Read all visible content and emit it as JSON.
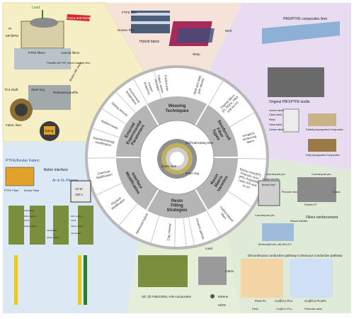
{
  "quadrants": {
    "top_left": {
      "labels": [
        "Load",
        "Force and Rotation",
        "PI",
        "MF@PM",
        "PTFE fibers",
        "Aramid fibers",
        "Paraffin &PTFE mixed transfer film",
        "Released paraffin",
        "Broken MF shells",
        "TC4 shaft",
        "Steel ring",
        "Fabric liner",
        "Swing"
      ]
    },
    "top_center": {
      "labels": [
        "PTFE fiber",
        "Nomex fiber",
        "Hybrid fabric",
        "Weft",
        "Warp"
      ]
    },
    "top_right": {
      "labels": [
        "PBO/PTFE composites liner",
        "Original PBO/PTFE textile",
        "Carbon fabric",
        "Glass fabric",
        "Resin",
        "Glass fabric",
        "Carbon fabric",
        "Partially-impregnated Composites",
        "Fully-impregnated Composites"
      ]
    },
    "left": {
      "labels": [
        "PTFE/Kevlar Fabric",
        "Better interface",
        "PTFE Fiber",
        "Kevlar Fiber",
        "Ar or N₂-Plasma",
        "10 W",
        "100 s",
        "Interphase",
        "PDA coating",
        "CNTs",
        "Silane matrix",
        "PDA coating",
        "CNTs",
        "Silane matrix",
        "Interphase",
        "Interphase",
        "Silane matrix"
      ]
    },
    "right": {
      "labels": [
        "Counterpart pin",
        "Volatile tribofilm",
        "Broken fiber",
        "Phenolic resin",
        "Counterpart pin",
        "Cracks",
        "Pristine FC",
        "Counterpart pin",
        "Robust tribofilm",
        "Fillers reinforcement",
        "MXene@CeO₂-66-NH₂/FC"
      ]
    },
    "bottom_right": {
      "labels": [
        "Discontinuous conductive pathway",
        "Continuous conductive pathway",
        "Pure FL",
        "Cu@Co PLs",
        "Cu@Co PLs/FL",
        "Fiber",
        "Cu@Co PLs",
        "Phenolic resin"
      ]
    },
    "bottom": {
      "labels": [
        "SiC @ Fabric/WS₂-AlN composites",
        "Load",
        "matrix",
        "MXene",
        "HNTs"
      ]
    }
  },
  "wheel": {
    "center_labels": [
      "Self-lubricating liner",
      "Outer race",
      "Inner ring"
    ],
    "categories": [
      {
        "id": "weaving",
        "label": "Weaving Techniques"
      },
      {
        "id": "fiber",
        "label": "Reinforced Fiber Types"
      },
      {
        "id": "resin",
        "label": "Resin Matrix Varieties"
      },
      {
        "id": "filling",
        "label": "Resin Filling Strategies"
      },
      {
        "id": "interface",
        "label": "Interface Modification"
      },
      {
        "id": "external",
        "label": "External Experimental Parameters"
      }
    ],
    "subitems": [
      "Fabric weave structure",
      "Weft and warp yarn density",
      "Organic fibers (PI, PEEK, PBO and so on)",
      "Inorganic reinforcing fibers",
      "Epoxy resin(EP), Phenolic resin (PF), Polyimide resin (PI) and so on.",
      "Carbon-based fillers",
      "Ceramic particle",
      "Clay mineral",
      "Optimized hybrid",
      "Physical Modification",
      "Chemical Modification",
      "Nanotechnology modification",
      "Applied loads",
      "Sliding velocity",
      "Environment temperature",
      "Friction frequency",
      "Friction pair"
    ]
  },
  "colors": {
    "top_left": "#f6efc6",
    "top_center": "#f5e2d8",
    "top_right": "#e7dcf1",
    "left": "#dde8f5",
    "right": "#e0ead9",
    "bottom": "#e4eed8",
    "ring_outer": "#a9a9a9",
    "category_ring": "#b5b5b5",
    "inner": "#ffffff"
  }
}
